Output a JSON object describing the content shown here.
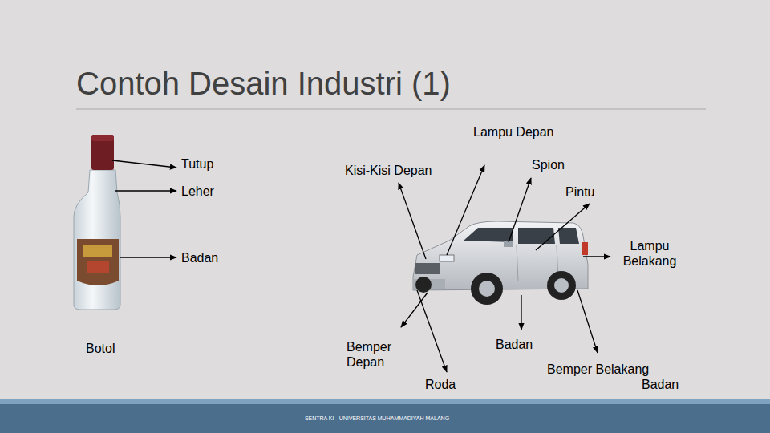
{
  "diagram": {
    "title": "Contoh Desain Industri (1)",
    "labels": [
      "Tutup",
      "Leher",
      "Badan",
      "Botol",
      "Lampu Depan",
      "Kisi-Kisi Depan",
      "Spion",
      "Pintu",
      "Lampu Belakang",
      "Badan",
      "Bemper Depan",
      "Badan",
      "Bemper Belakang",
      "Roda",
      "SENTRA KI - UNIVERSITAS MUHAMMADIYAH MALANG"
    ]
  }
}
